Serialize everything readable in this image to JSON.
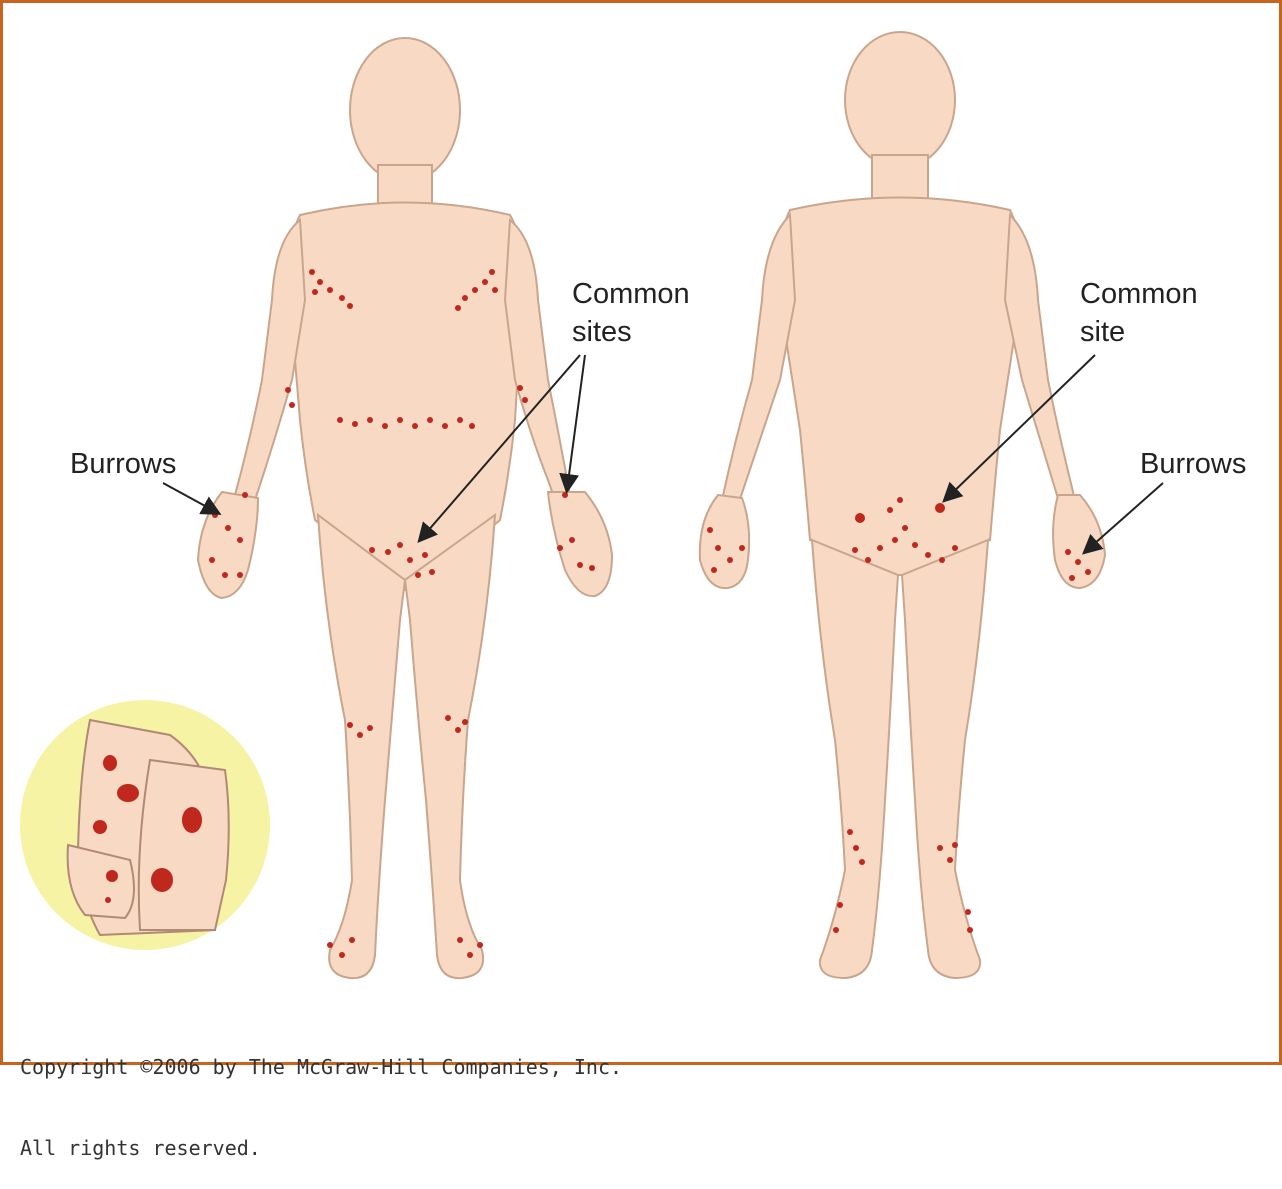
{
  "labels": {
    "front_common_sites_line1": "Common",
    "front_common_sites_line2": "sites",
    "back_common_site_line1": "Common",
    "back_common_site_line2": "site",
    "front_burrows": "Burrows",
    "back_burrows": "Burrows"
  },
  "copyright": {
    "line1": "Copyright ©2006 by The McGraw-Hill Companies, Inc.",
    "line2": "All rights reserved."
  },
  "colors": {
    "skin": "#f7d9c4",
    "skin_outline": "#c9a58e",
    "lesion": "#c0281e",
    "inset_background": "#f6f3a4",
    "frame": "#c8641e"
  }
}
